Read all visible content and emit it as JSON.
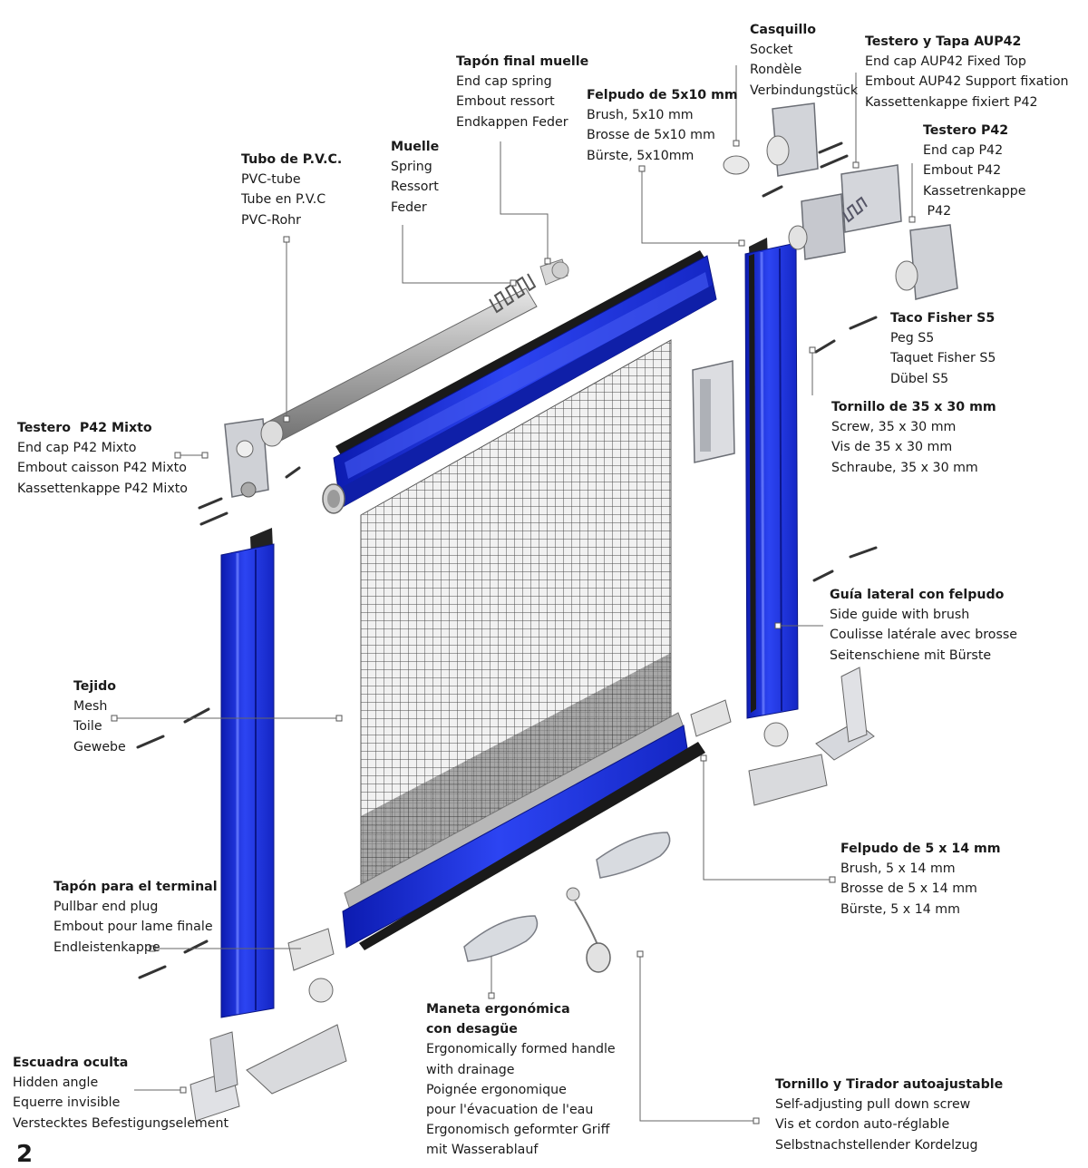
{
  "page": {
    "number": "2"
  },
  "callouts": {
    "casquillo": {
      "title": "Casquillo",
      "lines": [
        "Socket",
        "Rondèle",
        "Verbindungstück"
      ]
    },
    "testero_aup42": {
      "title": "Testero y Tapa AUP42",
      "lines": [
        "End cap AUP42 Fixed Top",
        "Embout AUP42 Support fixation",
        "Kassettenkappe fixiert P42"
      ]
    },
    "tapon_final_muelle": {
      "title": "Tapón final muelle",
      "lines": [
        "End cap spring",
        "Embout ressort",
        "Endkappen Feder"
      ]
    },
    "felpudo_5x10": {
      "title": "Felpudo de 5x10 mm",
      "lines": [
        "Brush, 5x10 mm",
        "Brosse de 5x10 mm",
        "Bürste, 5x10mm"
      ]
    },
    "testero_p42": {
      "title": "Testero P42",
      "lines": [
        "End cap P42",
        "Embout P42",
        "Kassetrenkappe",
        " P42"
      ]
    },
    "muelle": {
      "title": "Muelle",
      "lines": [
        "Spring",
        "Ressort",
        "Feder"
      ]
    },
    "tubo_pvc": {
      "title": "Tubo de P.V.C.",
      "lines": [
        "PVC-tube",
        "Tube en P.V.C",
        "PVC-Rohr"
      ]
    },
    "taco_fisher": {
      "title": "Taco Fisher S5",
      "lines": [
        "Peg S5",
        "Taquet Fisher S5",
        "Dübel S5"
      ]
    },
    "tornillo_35x30": {
      "title": "Tornillo de 35 x 30 mm",
      "lines": [
        "Screw, 35 x 30 mm",
        "Vis de 35 x 30 mm",
        "Schraube, 35 x 30 mm"
      ]
    },
    "testero_p42_mixto": {
      "title": "Testero  P42 Mixto",
      "lines": [
        "End cap P42 Mixto",
        "Embout caisson P42 Mixto",
        "Kassettenkappe P42 Mixto"
      ]
    },
    "guia_lateral": {
      "title": "Guía lateral con felpudo",
      "lines": [
        "Side guide with brush",
        "Coulisse latérale avec brosse",
        "Seitenschiene mit Bürste"
      ]
    },
    "tejido": {
      "title": "Tejido",
      "lines": [
        "Mesh",
        "Toile",
        "Gewebe"
      ]
    },
    "felpudo_5x14": {
      "title": "Felpudo de 5 x 14 mm",
      "lines": [
        "Brush, 5 x 14 mm",
        "Brosse de 5 x 14 mm",
        "Bürste, 5 x 14 mm"
      ]
    },
    "tapon_terminal": {
      "title": "Tapón para el terminal",
      "lines": [
        "Pullbar end plug",
        "Embout pour lame finale",
        "Endleistenkappe"
      ]
    },
    "maneta": {
      "title": "Maneta ergonómica",
      "title2": "con desagüe",
      "lines": [
        "Ergonomically formed handle",
        "with drainage",
        "Poignée ergonomique",
        "pour l'évacuation de l'eau",
        "Ergonomisch geformter Griff",
        "mit Wasserablauf"
      ]
    },
    "escuadra_oculta": {
      "title": "Escuadra oculta",
      "lines": [
        "Hidden angle",
        "Equerre invisible",
        "Verstecktes Befestigungselement"
      ]
    },
    "tornillo_tirador": {
      "title": "Tornillo y Tirador autoajustable",
      "lines": [
        "Self-adjusting pull down screw",
        "Vis et cordon auto-réglable",
        "Selbstnachstellender Kordelzug"
      ]
    }
  },
  "colors": {
    "blue": "#1f35e0",
    "blue_dark": "#0f1fa8",
    "metal": "#c7c9ce",
    "metal_dark": "#8f939b",
    "brush": "#2b2b2b",
    "leader": "#555555"
  }
}
